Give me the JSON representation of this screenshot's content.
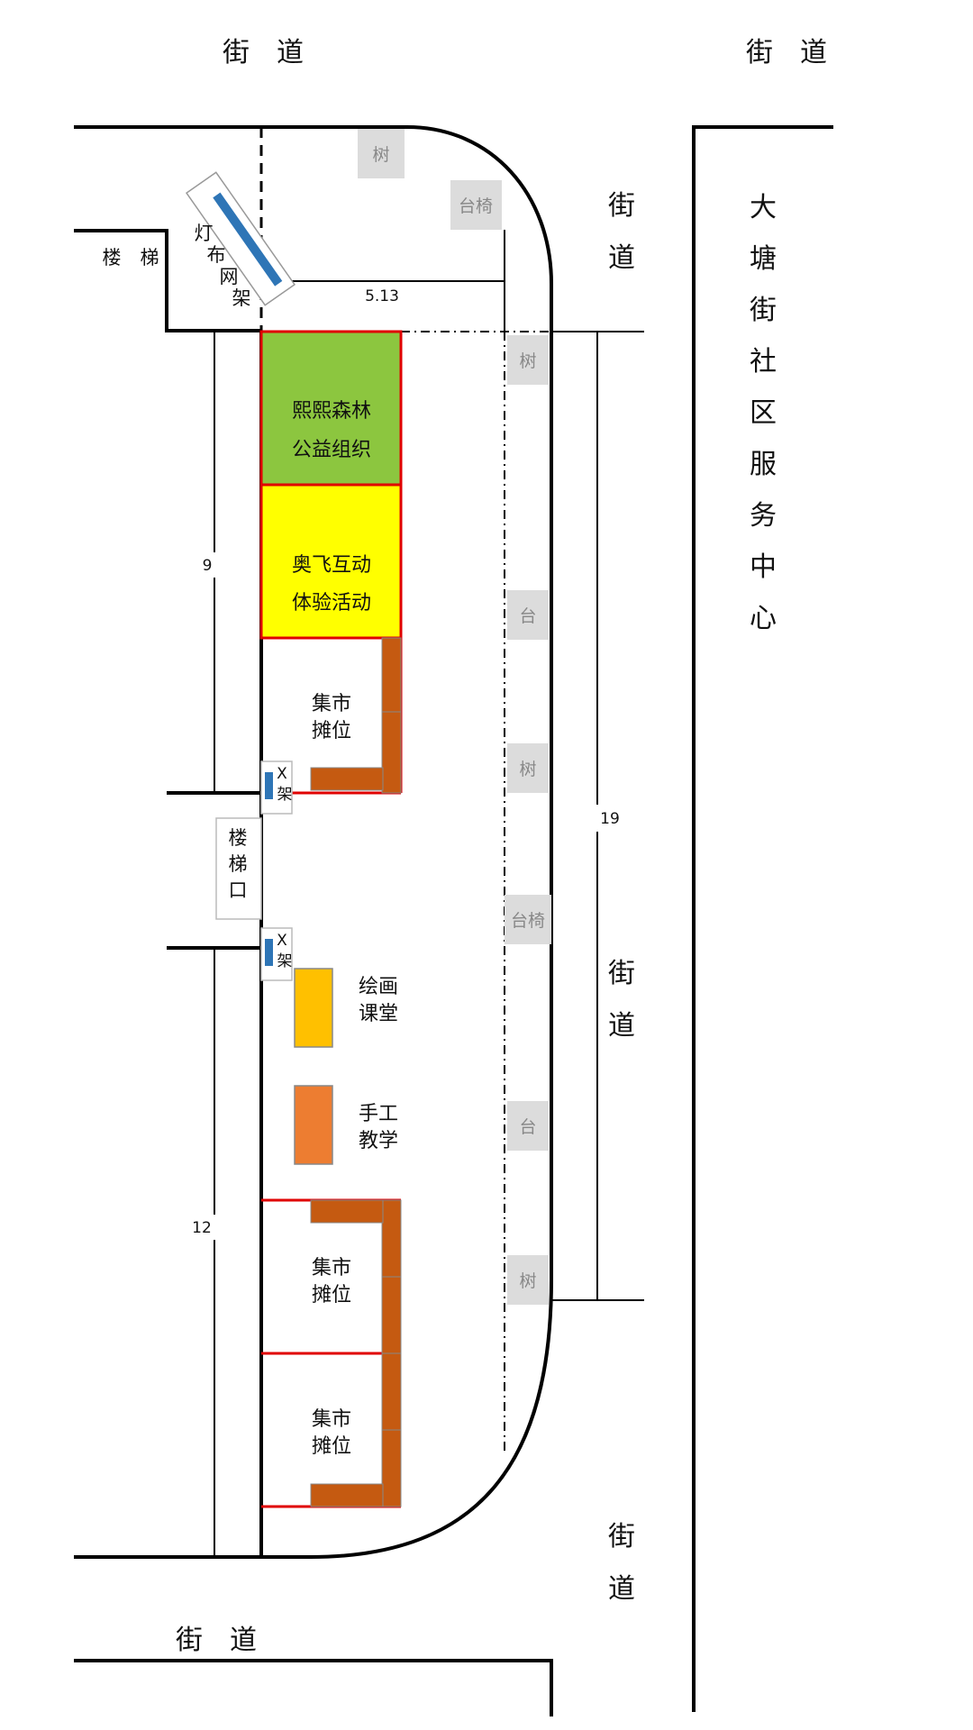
{
  "streets": {
    "top_left": "街　道",
    "top_right": "街　道",
    "right_upper": [
      "街",
      "道"
    ],
    "right_middle": [
      "街",
      "道"
    ],
    "right_lower": [
      "街",
      "道"
    ],
    "bottom": "街　道"
  },
  "building_right": [
    "大",
    "塘",
    "街",
    "社",
    "区",
    "服",
    "务",
    "中",
    "心"
  ],
  "stairs_upper": "楼　梯",
  "banner_frame": [
    "灯",
    "布",
    "网",
    "架"
  ],
  "stair_entrance": [
    "楼",
    "梯",
    "口"
  ],
  "dimensions": {
    "top_width": "5.13",
    "upper_length": "9",
    "lower_length": "12",
    "right_length": "19"
  },
  "zones": {
    "green": {
      "line1": "熙熙森林",
      "line2": "公益组织",
      "color": "#8cc63f"
    },
    "yellow": {
      "line1": "奥飞互动",
      "line2": "体验活动",
      "color": "#ffff00"
    },
    "market_1": {
      "line1": "集市",
      "line2": "摊位"
    },
    "market_2": {
      "line1": "集市",
      "line2": "摊位"
    },
    "market_3": {
      "line1": "集市",
      "line2": "摊位"
    },
    "drawing": {
      "line1": "绘画",
      "line2": "课堂",
      "color": "#ffc000"
    },
    "handcraft": {
      "line1": "手工",
      "line2": "教学",
      "color": "#ed7d31"
    }
  },
  "x_frames": {
    "upper": [
      "X",
      "架"
    ],
    "lower": [
      "X",
      "架"
    ]
  },
  "fixtures": {
    "tree_top": "树",
    "bench_top": "台椅",
    "tree_1": "树",
    "table_1": "台",
    "tree_2": "树",
    "bench_mid": "台椅",
    "table_2": "台",
    "tree_3": "树"
  },
  "colors": {
    "booth_counter": "#c55a11",
    "booth_border": "#e00000",
    "banner_blue": "#2e75b6",
    "fixture_grey": "#dcdcdc"
  }
}
